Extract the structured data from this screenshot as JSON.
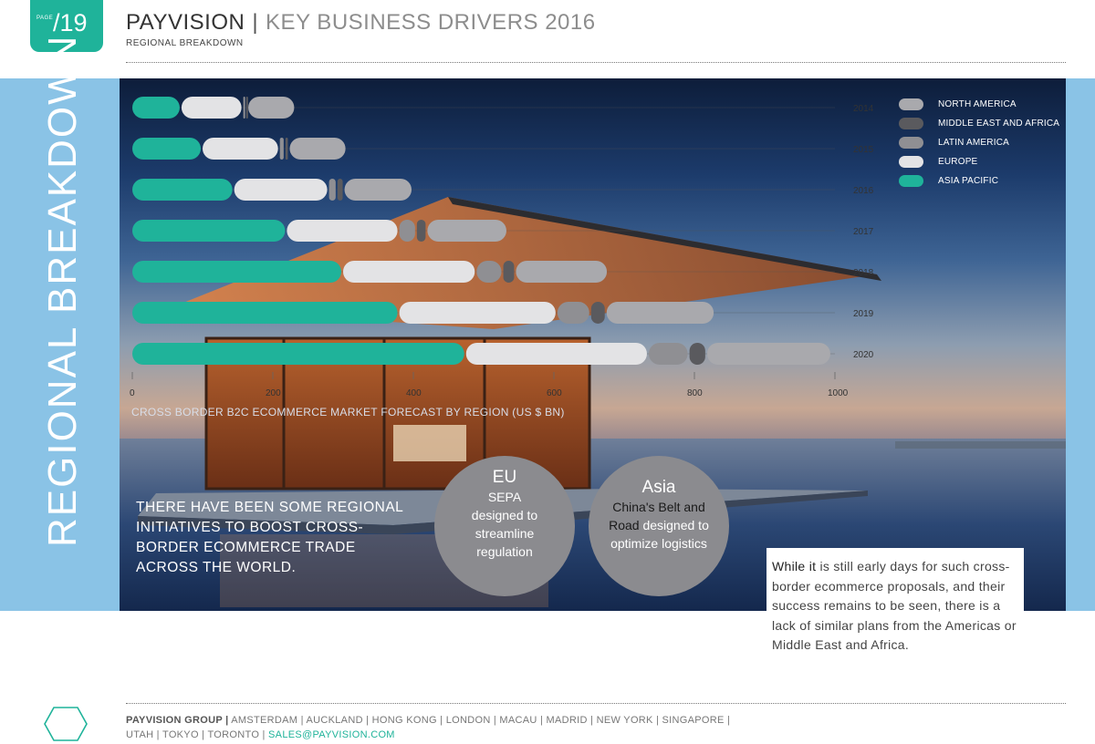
{
  "header": {
    "page_label": "PAGE",
    "page_number": "/19",
    "brand": "PAYVISION",
    "separator": "|",
    "title": "KEY BUSINESS DRIVERS 2016",
    "subtitle": "REGIONAL BREAKDOWN"
  },
  "side_title": "REGIONAL BREAKDOWN",
  "chart_data": {
    "type": "bar",
    "stacked": true,
    "orientation": "horizontal",
    "categories": [
      "2014",
      "2015",
      "2016",
      "2017",
      "2018",
      "2019",
      "2020"
    ],
    "series": [
      {
        "name": "ASIA PACIFIC",
        "color": "#1fb39a",
        "values": [
          70,
          100,
          145,
          220,
          300,
          380,
          475
        ]
      },
      {
        "name": "EUROPE",
        "color": "#e3e3e5",
        "values": [
          88,
          110,
          135,
          160,
          190,
          225,
          260
        ]
      },
      {
        "name": "LATIN AMERICA",
        "color": "#8f8f93",
        "values": [
          4,
          8,
          12,
          25,
          38,
          48,
          58
        ]
      },
      {
        "name": "MIDDLE EAST AND AFRICA",
        "color": "#5a5a5e",
        "values": [
          3,
          6,
          10,
          15,
          18,
          22,
          25
        ]
      },
      {
        "name": "NORTH AMERICA",
        "color": "#a9a9ad",
        "values": [
          68,
          82,
          98,
          115,
          132,
          155,
          178
        ]
      }
    ],
    "xlim": [
      0,
      1000
    ],
    "xticks": [
      0,
      200,
      400,
      600,
      800,
      1000
    ],
    "xlabel": "CROSS BORDER B2C ECOMMERCE MARKET FORECAST BY REGION (US $ BN)",
    "legend_order": [
      "NORTH AMERICA",
      "MIDDLE EAST AND AFRICA",
      "LATIN AMERICA",
      "EUROPE",
      "ASIA PACIFIC"
    ],
    "legend_position": "top-right",
    "grid": false
  },
  "intro_text": "THERE HAVE BEEN SOME REGIONAL INITIATIVES TO BOOST CROSS-BORDER ECOMMERCE TRADE ACROSS THE WORLD.",
  "bubbles": {
    "eu": {
      "title": "EU",
      "line1": "SEPA",
      "line2": "designed to",
      "line3": "streamline",
      "line4": "regulation"
    },
    "asia": {
      "title": "Asia",
      "line1": "China's Belt and",
      "line2a": "Road",
      "line2b": " designed to",
      "line3": "optimize logistics"
    }
  },
  "note": {
    "lead": "While it",
    "body": " is still early days for such cross-border ecommerce proposals, and their success remains to be seen, there is a lack of similar plans from the Americas or Middle East and Africa."
  },
  "footer": {
    "brand": "PAYVISION GROUP |",
    "cities_1": " AMSTERDAM | AUCKLAND | HONG KONG | LONDON | MACAU | MADRID | NEW YORK | SINGAPORE |",
    "cities_2": "UTAH | TOKYO | TORONTO | ",
    "email": "SALES@PAYVISION.COM"
  },
  "colors": {
    "teal": "#1fb39a",
    "band": "#8ac3e6"
  }
}
